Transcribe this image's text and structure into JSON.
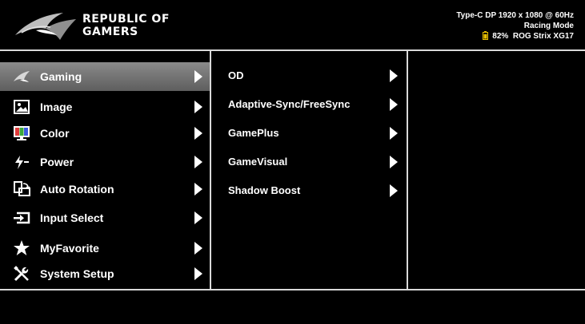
{
  "brand": {
    "line1": "REPUBLIC OF",
    "line2": "GAMERS"
  },
  "status": {
    "signal": "Type-C DP 1920 x 1080 @ 60Hz",
    "mode": "Racing Mode",
    "battery_percent": "82%",
    "battery_level": 0.82,
    "model": "ROG Strix XG17"
  },
  "main_menu": {
    "items": [
      {
        "label": "Gaming",
        "icon": "rog-eye-icon",
        "selected": true
      },
      {
        "label": "Image",
        "icon": "image-icon",
        "selected": false
      },
      {
        "label": "Color",
        "icon": "color-icon",
        "selected": false
      },
      {
        "label": "Power",
        "icon": "power-icon",
        "selected": false
      },
      {
        "label": "Auto Rotation",
        "icon": "auto-rotation-icon",
        "selected": false
      },
      {
        "label": "Input Select",
        "icon": "input-select-icon",
        "selected": false
      },
      {
        "label": "MyFavorite",
        "icon": "star-icon",
        "selected": false
      },
      {
        "label": "System Setup",
        "icon": "tools-icon",
        "selected": false
      }
    ]
  },
  "sub_menu": {
    "items": [
      {
        "label": "OD"
      },
      {
        "label": "Adaptive-Sync/FreeSync"
      },
      {
        "label": "GamePlus"
      },
      {
        "label": "GameVisual"
      },
      {
        "label": "Shadow Boost"
      }
    ]
  },
  "colors": {
    "accent": "#e8c000",
    "selected_bg": "#7a7a7a",
    "divider": "#d9d9d9"
  }
}
